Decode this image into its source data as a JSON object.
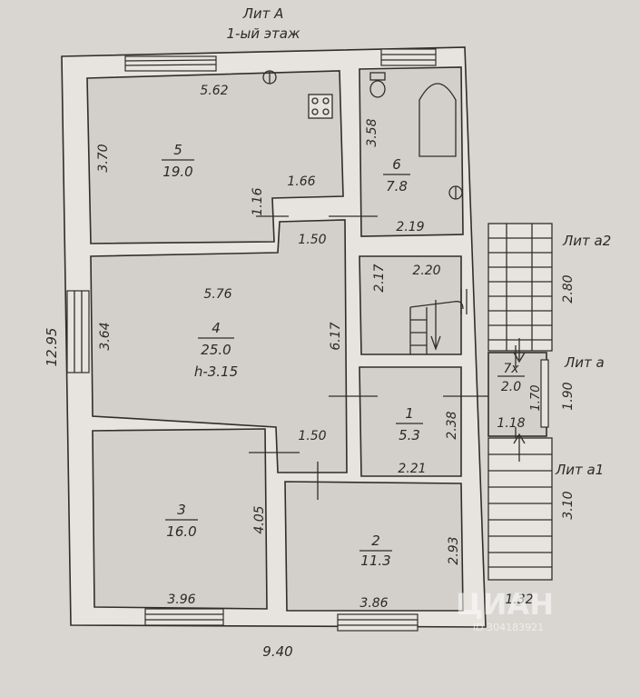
{
  "header": {
    "title": "Лит А",
    "subtitle": "1-ый этаж"
  },
  "outer": {
    "width": "9.40",
    "height": "12.95"
  },
  "rooms": [
    {
      "num": "5",
      "area": "19.0",
      "dims": {
        "top": "5.62",
        "left": "3.70",
        "bottom": "1.66",
        "step": "1.16"
      }
    },
    {
      "num": "6",
      "area": "7.8",
      "dims": {
        "left": "3.58",
        "bottom": "2.19"
      }
    },
    {
      "num": "4",
      "area": "25.0",
      "height": "h-3.15",
      "dims": {
        "top": "5.76",
        "left": "3.64",
        "right": "6.17",
        "corridor_top": "1.50",
        "corridor_bottom": "1.50"
      }
    },
    {
      "num": "",
      "area": "",
      "dims": {
        "top": "2.20",
        "left": "2.17"
      }
    },
    {
      "num": "1",
      "area": "5.3",
      "dims": {
        "right": "2.38",
        "bottom": "2.21"
      }
    },
    {
      "num": "3",
      "area": "16.0",
      "dims": {
        "bottom": "3.96",
        "right": "4.05"
      }
    },
    {
      "num": "2",
      "area": "11.3",
      "dims": {
        "bottom": "3.86",
        "right": "2.93"
      }
    }
  ],
  "annex": {
    "a2": {
      "label": "Лит а2",
      "dim": "2.80"
    },
    "a": {
      "label": "Лит а",
      "dim": "1.90",
      "inner_top": "7х",
      "inner_area": "2.0",
      "inner_right": "1.70",
      "inner_width": "1.18"
    },
    "a1": {
      "label": "Лит а1",
      "dim": "3.10",
      "bottom": "1.32"
    }
  },
  "watermark": {
    "brand": "ЦИАН",
    "sub": "ID 304183921"
  }
}
